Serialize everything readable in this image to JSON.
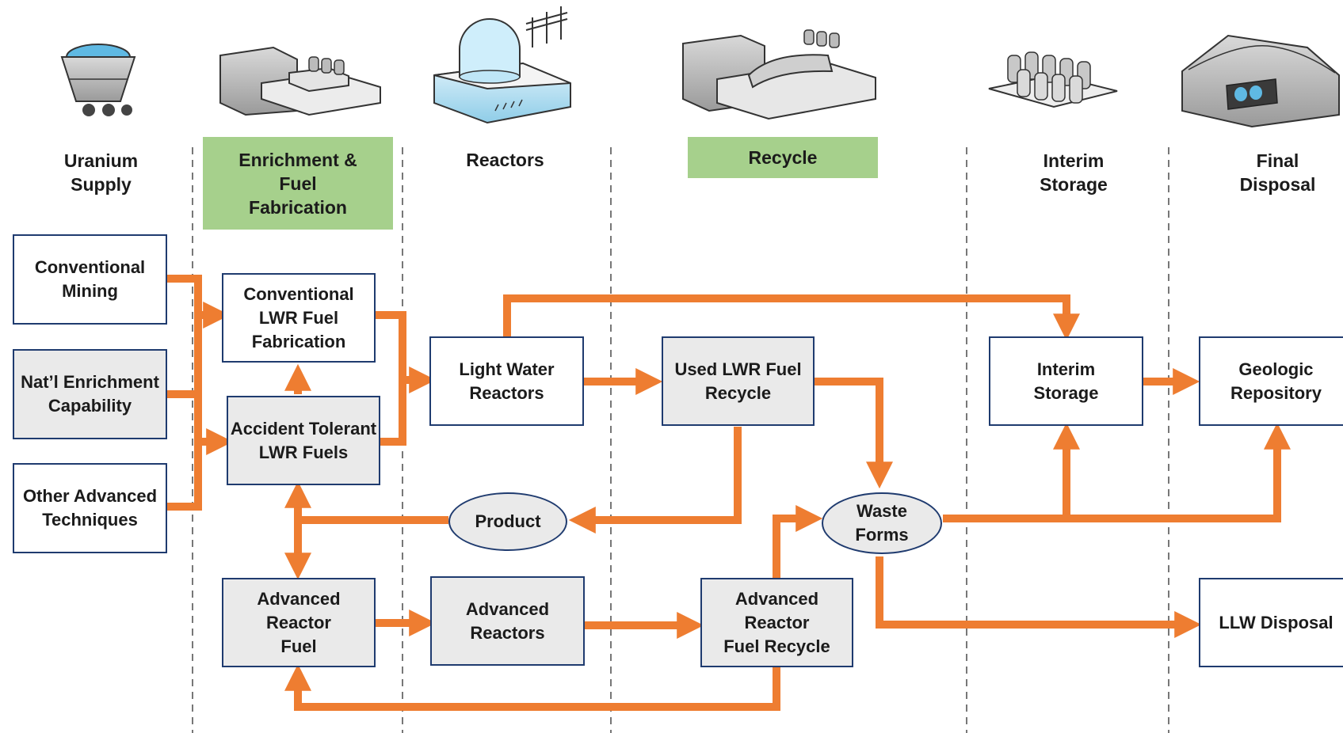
{
  "colors": {
    "arrow": "#ee7d31",
    "box_border": "#1f3b6f",
    "highlight": "#a6d08c",
    "gray_fill": "#eaeaea"
  },
  "stages": [
    {
      "label": "Uranium\nSupply",
      "highlighted": false
    },
    {
      "label": "Enrichment &\nFuel\nFabrication",
      "highlighted": true
    },
    {
      "label": "Reactors",
      "highlighted": false
    },
    {
      "label": "Recycle",
      "highlighted": true
    },
    {
      "label": "Interim\nStorage",
      "highlighted": false
    },
    {
      "label": "Final\nDisposal",
      "highlighted": false
    }
  ],
  "icons": [
    "mine-cart-icon",
    "fuel-fabrication-plant-icon",
    "reactor-icon",
    "recycle-plant-icon",
    "storage-casks-icon",
    "repository-icon"
  ],
  "nodes": {
    "conventional_mining": "Conventional\nMining",
    "natl_enrichment": "Nat’l Enrichment\nCapability",
    "other_advanced": "Other Advanced\nTechniques",
    "conv_lwr_fuel_fab": "Conventional\nLWR Fuel\nFabrication",
    "accident_tolerant": "Accident Tolerant\nLWR Fuels",
    "light_water_reactors": "Light Water\nReactors",
    "used_lwr_fuel_recycle": "Used LWR Fuel\nRecycle",
    "interim_storage": "Interim\nStorage",
    "geologic_repository": "Geologic\nRepository",
    "product": "Product",
    "waste_forms": "Waste\nForms",
    "advanced_reactor_fuel": "Advanced Reactor\nFuel",
    "advanced_reactors": "Advanced\nReactors",
    "adv_reactor_fuel_recycle": "Advanced Reactor\nFuel Recycle",
    "llw_disposal": "LLW Disposal"
  }
}
